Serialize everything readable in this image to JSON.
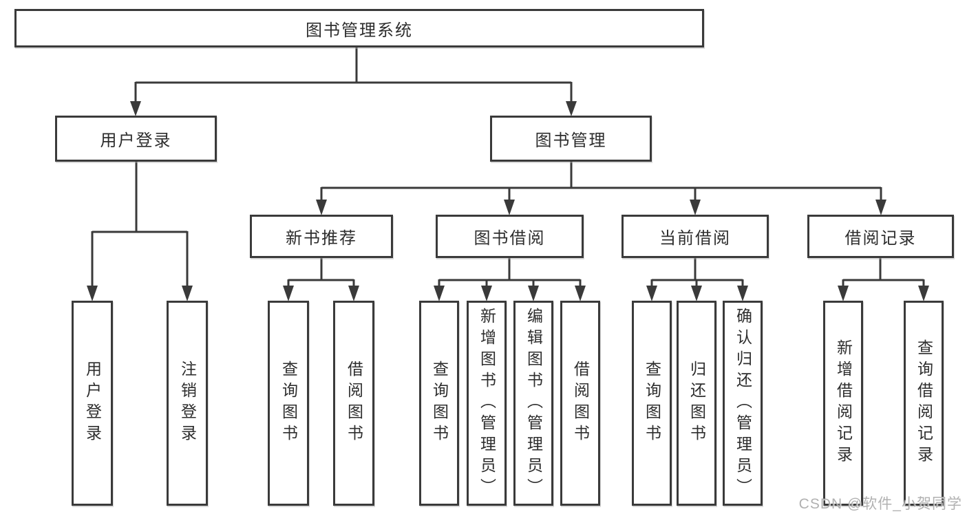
{
  "diagram": {
    "root": "图书管理系统",
    "branches": [
      {
        "label": "用户登录",
        "children": [
          "用户登录",
          "注销登录"
        ]
      },
      {
        "label": "图书管理",
        "sections": [
          {
            "label": "新书推荐",
            "children": [
              "查询图书",
              "借阅图书"
            ]
          },
          {
            "label": "图书借阅",
            "children": [
              "查询图书",
              "新增图书（管理员）",
              "编辑图书（管理员）",
              "借阅图书"
            ]
          },
          {
            "label": "当前借阅",
            "children": [
              "查询图书",
              "归还图书",
              "确认归还（管理员）"
            ]
          },
          {
            "label": "借阅记录",
            "children": [
              "新增借阅记录",
              "查询借阅记录"
            ]
          }
        ]
      }
    ],
    "colors": {
      "line": "#3a3a3a",
      "border": "#3a3a3a",
      "text": "#2d2d2d",
      "watermark": "#a9a9a9"
    }
  },
  "watermark": "CSDN @软件_小贺同学"
}
